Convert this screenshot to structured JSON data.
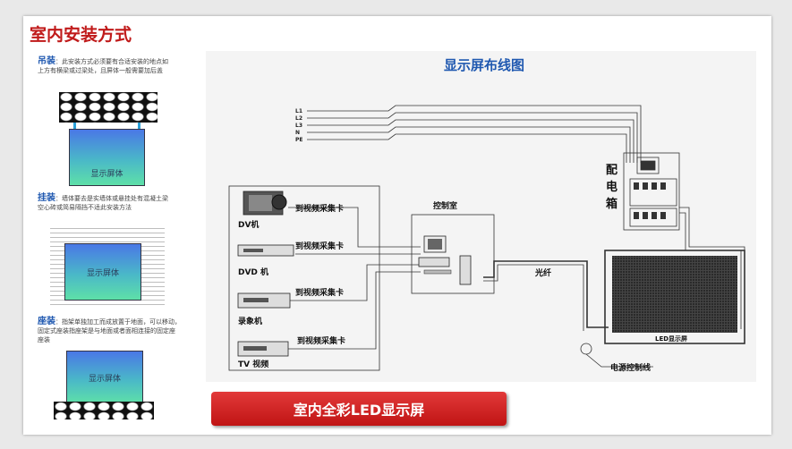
{
  "title": "室内安装方式",
  "left": {
    "hang": {
      "label": "吊装",
      "text1": "：此安装方式必须要有合适安装的地点如",
      "text2": "上方有横梁或过梁处，且屏体一般需要加后盖",
      "screen": "显示屏体"
    },
    "wall": {
      "label": "挂装",
      "text1": "：墙体要去是实墙体或悬挂处有混凝土梁",
      "text2": "空心砖或简易隔挡不适此安装方法",
      "screen": "显示屏体"
    },
    "seat": {
      "label": "座装",
      "text1": "：指架单独加工而成放置于地面，可以移动，",
      "text2": "固定式座装指座架是与地面或者面相连接的固定座",
      "text3": "座装",
      "screen": "显示屏体"
    }
  },
  "diagram": {
    "title": "显示屏布线图",
    "lines": [
      "L1",
      "L2",
      "L3",
      "N",
      "PE"
    ],
    "distribution_box": [
      "配",
      "电",
      "箱"
    ],
    "devices": [
      "DV机",
      "DVD  机",
      "录象机",
      "TV 视频"
    ],
    "capture_label": "到视频采集卡",
    "control_room": "控制室",
    "fiber": "光纤",
    "led_screen": "LED显示屏",
    "power_line": "电源控制线"
  },
  "banner": "室内全彩LED显示屏"
}
